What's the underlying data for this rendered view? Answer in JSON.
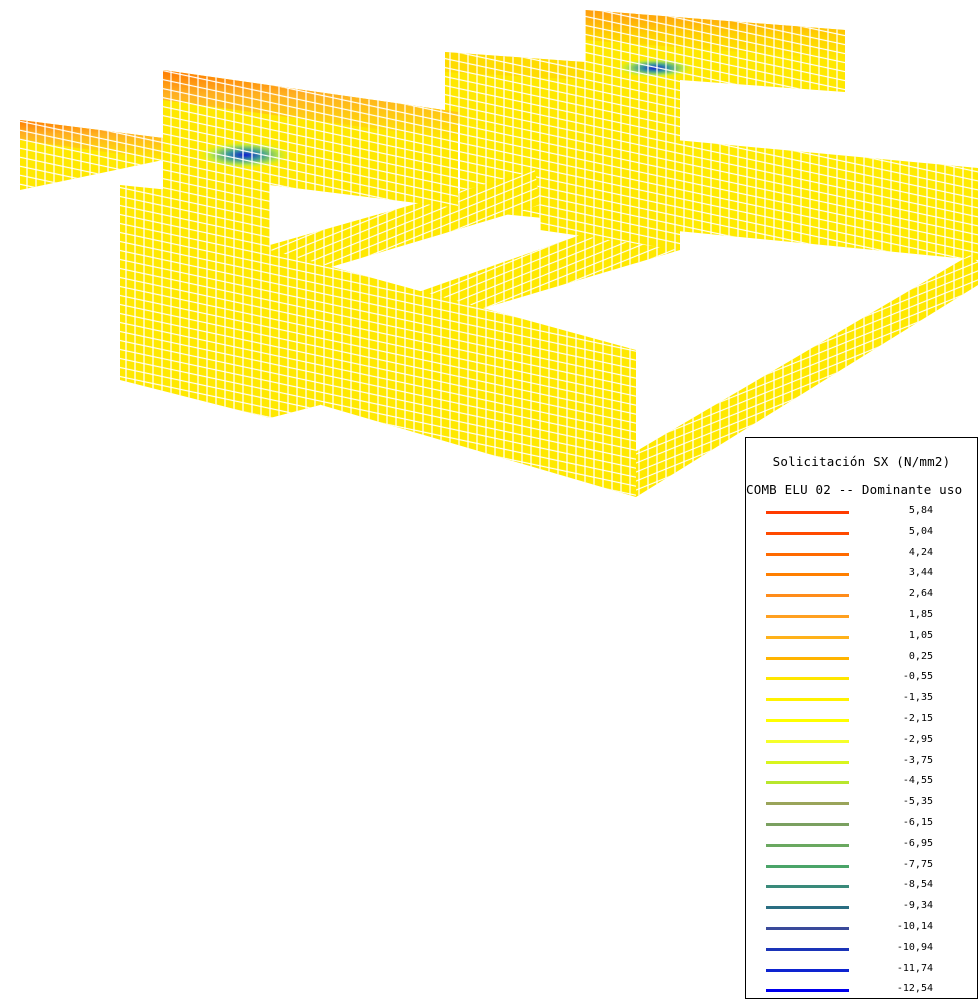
{
  "legend": {
    "title": "Solicitación SX (N/mm2)",
    "subtitle": "COMB ELU 02 -- Dominante uso",
    "items": [
      {
        "value": "5,84",
        "color": "#ff3b00"
      },
      {
        "value": "5,04",
        "color": "#ff4a00"
      },
      {
        "value": "4,24",
        "color": "#ff6a00"
      },
      {
        "value": "3,44",
        "color": "#ff7f00"
      },
      {
        "value": "2,64",
        "color": "#ff8c1a"
      },
      {
        "value": "1,85",
        "color": "#ffa020"
      },
      {
        "value": "1,05",
        "color": "#ffb21a"
      },
      {
        "value": "0,25",
        "color": "#ffb400"
      },
      {
        "value": "-0,55",
        "color": "#ffe600"
      },
      {
        "value": "-1,35",
        "color": "#fff200"
      },
      {
        "value": "-2,15",
        "color": "#ffff00"
      },
      {
        "value": "-2,95",
        "color": "#f5ff2a"
      },
      {
        "value": "-3,75",
        "color": "#d8f51e"
      },
      {
        "value": "-4,55",
        "color": "#b8e62d"
      },
      {
        "value": "-5,35",
        "color": "#9aa45a"
      },
      {
        "value": "-6,15",
        "color": "#7aa060"
      },
      {
        "value": "-6,95",
        "color": "#6aa860"
      },
      {
        "value": "-7,75",
        "color": "#4aa468"
      },
      {
        "value": "-8,54",
        "color": "#3a8a7a"
      },
      {
        "value": "-9,34",
        "color": "#2a6e82"
      },
      {
        "value": "-10,14",
        "color": "#3a4a9a"
      },
      {
        "value": "-10,94",
        "color": "#1a34b8"
      },
      {
        "value": "-11,74",
        "color": "#0e24d0"
      },
      {
        "value": "-12,54",
        "color": "#0000ee"
      }
    ]
  },
  "colors": {
    "base": "#ffe800",
    "mesh": "#ffffff",
    "hot": "#ff6000",
    "warm": "#ffa820",
    "cold": "#1a2ad0",
    "cool": "#a8e040"
  }
}
